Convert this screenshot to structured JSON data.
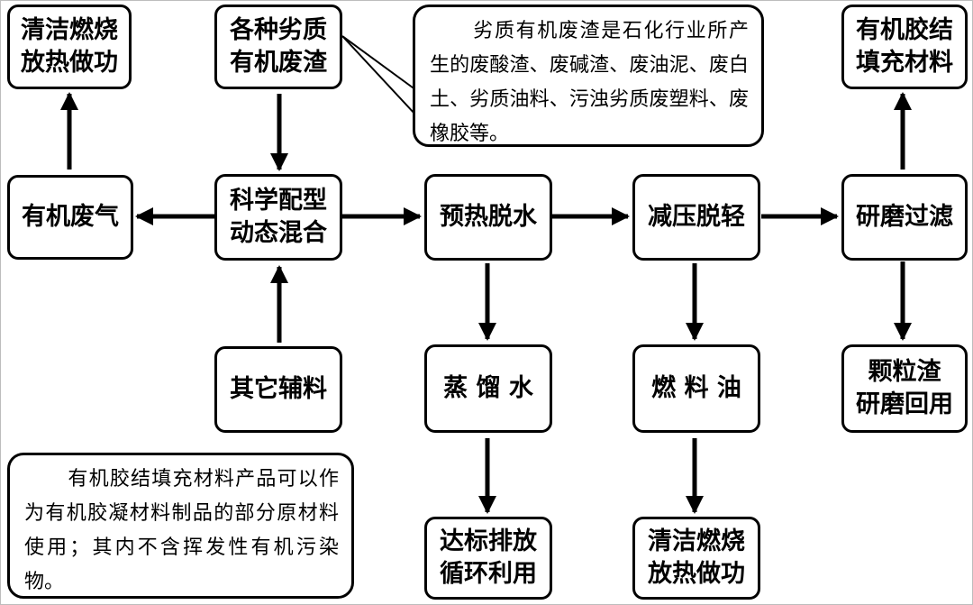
{
  "nodes": {
    "clean_burn_top": "清洁燃烧\n放热做功",
    "waste_residue": "各种劣质\n有机废渣",
    "organic_gas": "有机废气",
    "mix": "科学配型\n动态混合",
    "preheat": "预热脱水",
    "decompress": "减压脱轻",
    "grind": "研磨过滤",
    "filler_material": "有机胶结\n填充材料",
    "auxiliary": "其它辅料",
    "distilled_water": "蒸 馏 水",
    "fuel_oil": "燃 料 油",
    "granule_residue": "颗粒渣\n研磨回用",
    "discharge": "达标排放\n循环利用",
    "clean_burn_bottom": "清洁燃烧\n放热做功"
  },
  "notes": {
    "waste_description": "劣质有机废渣是石化行业所产生的废酸渣、废碱渣、废油泥、废白土、劣质油料、污浊劣质废塑料、废橡胶等。",
    "product_description": "有机胶结填充材料产品可以作为有机胶凝材料制品的部分原材料使用；其内不含挥发性有机污染物。"
  },
  "colors": {
    "stroke": "#000000",
    "background": "#ffffff"
  }
}
